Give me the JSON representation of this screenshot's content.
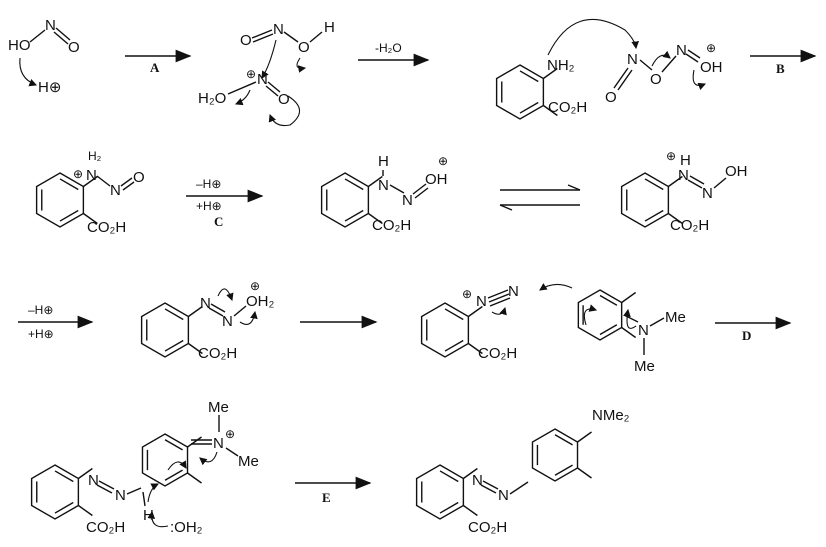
{
  "row1": {
    "nitrous_acid": {
      "ho": "HO",
      "n": "N",
      "o": "O",
      "h_plus": "H⊕"
    },
    "arrow_a": "A",
    "protonated": {
      "o": "O",
      "n1": "N",
      "oh_o": "O",
      "oh_h": "H",
      "h2o": "H₂O",
      "plus": "⊕",
      "n2": "N",
      "o2": "O"
    },
    "arrow_water": "-H₂O",
    "aniline": {
      "nh2": "NH₂",
      "co2h": "CO₂H"
    },
    "n2o3": {
      "n1": "N",
      "o_bridge": "O",
      "o_down": "O",
      "n2": "N",
      "oh": "OH",
      "plus": "⊕"
    },
    "arrow_b": "B"
  },
  "row2": {
    "nitrosamine_cation": {
      "nh2": "H₂",
      "n": "N",
      "plus": "⊕",
      "n2": "N",
      "o": "O",
      "co2h": "CO₂H"
    },
    "arrow_c": {
      "top": "–H⊕",
      "mid": "+H⊕",
      "label": "C"
    },
    "tautomer1": {
      "h": "H",
      "n": "N",
      "n2": "N",
      "oh": "OH",
      "plus": "⊕",
      "co2h": "CO₂H"
    },
    "tautomer2": {
      "h": "H",
      "n": "N",
      "plus": "⊕",
      "n2": "N",
      "oh": "OH",
      "co2h": "CO₂H"
    }
  },
  "row3": {
    "arrow_left": {
      "top": "–H⊕",
      "bottom": "+H⊕"
    },
    "oxonium": {
      "n": "N",
      "n2": "N",
      "oh2": "OH₂",
      "plus": "⊕",
      "co2h": "CO₂H"
    },
    "diazonium": {
      "n": "N",
      "n2": "N",
      "plus": "⊕",
      "co2h": "CO₂H"
    },
    "dimethylaniline": {
      "n": "N",
      "me1": "Me",
      "me2": "Me"
    },
    "arrow_d": "D"
  },
  "row4": {
    "sigma_complex": {
      "n1": "N",
      "n2": "N",
      "n3": "N",
      "plus": "⊕",
      "me1": "Me",
      "me2": "Me",
      "h": "H",
      "water": ":OH₂",
      "co2h": "CO₂H"
    },
    "arrow_e": "E",
    "methyl_red": {
      "n1": "N",
      "n2": "N",
      "nme2": "NMe₂",
      "co2h": "CO₂H"
    }
  }
}
